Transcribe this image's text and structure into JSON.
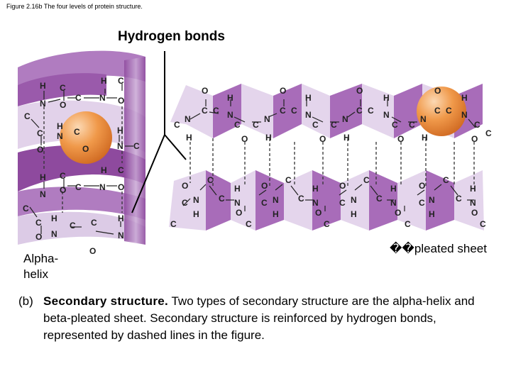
{
  "figure_caption": "Figure 2.16b The four levels of protein structure.",
  "hbond_label": "Hydrogen bonds",
  "alpha_label": "Alpha-helix",
  "beta_label": "��pleated sheet",
  "description": {
    "prefix": "(b)",
    "heading": "Secondary structure.",
    "text": " Two types of secondary structure are the alpha-helix and beta-pleated sheet. Secondary structure is reinforced by hydrogen bonds, represented by dashed lines in the figure."
  },
  "colors": {
    "ribbon_dark": "#8e4a9e",
    "ribbon_mid": "#b07cc0",
    "ribbon_light": "#dccbe6",
    "sheet_light": "#e4d5ec",
    "atom_sphere": "#f0994a"
  },
  "icons": [
    "hydrogen-bond-pointer",
    "atom-sphere",
    "alpha-helix-ribbon",
    "beta-sheet-ribbon"
  ],
  "atom_symbols": {
    "carbon": "C",
    "nitrogen": "N",
    "oxygen": "O",
    "hydrogen": "H"
  }
}
